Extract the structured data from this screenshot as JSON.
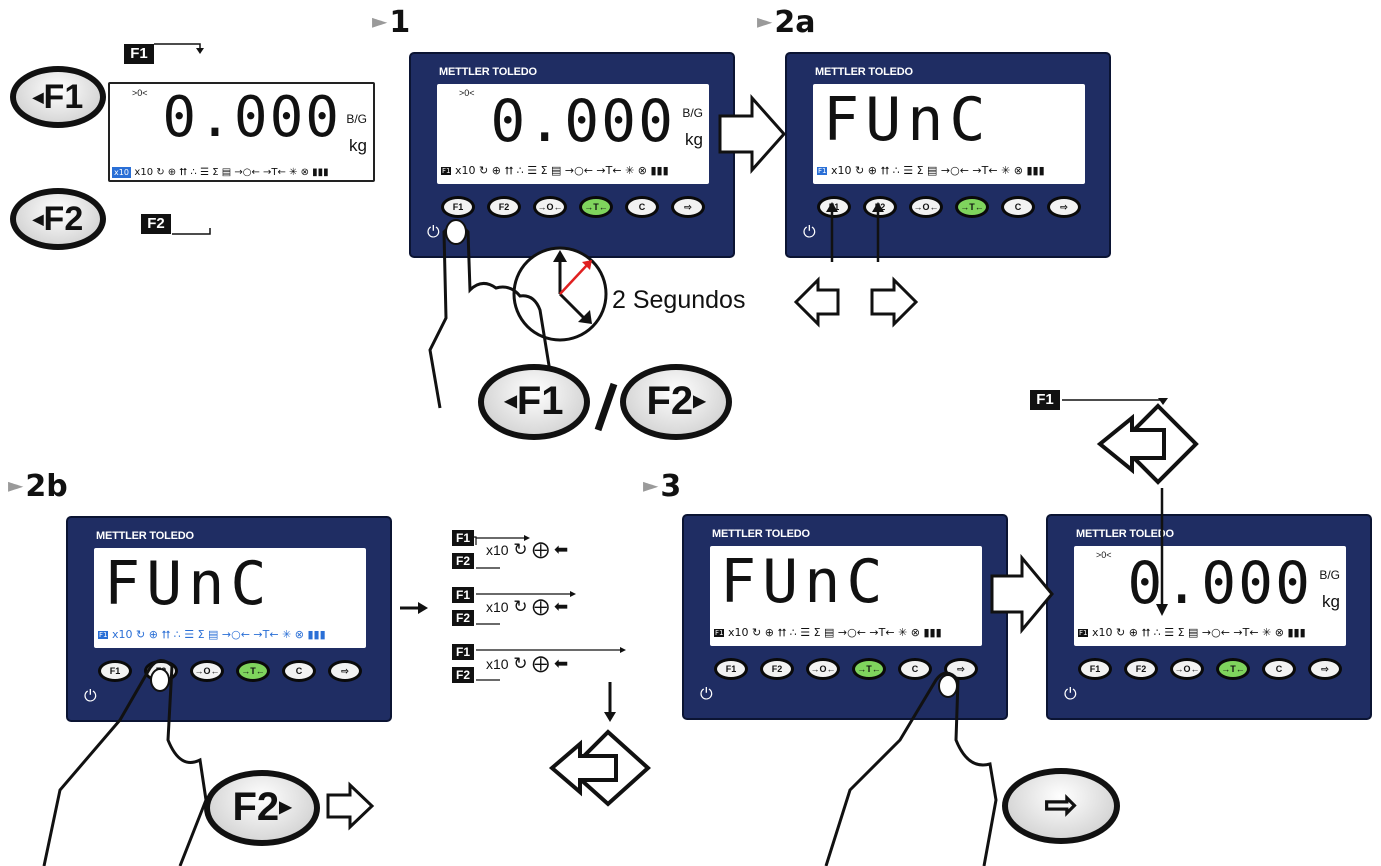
{
  "steps": {
    "s1": "1",
    "s2a": "2a",
    "s2b": "2b",
    "s3": "3"
  },
  "brand": "METTLER TOLEDO",
  "display": {
    "weight": "0.000",
    "unit_bg": "B/G",
    "unit_kg": "kg",
    "zero_mark": ">0<",
    "func_text": "FUnC",
    "icon_row": "x10 ↻ ⊕ ⮅ ∴ ☰ Σ ▤ →○← →T← ✳ ⊗ ▮▮▮"
  },
  "keys": {
    "f1": "F1",
    "f2": "F2",
    "zero": "→O←",
    "tare": "→T←",
    "clear": "C",
    "exit": "⇨"
  },
  "labels": {
    "f1": "F1",
    "f2": "F2",
    "slash": "/",
    "two_seconds": "2 Segundos",
    "x10": "x10"
  },
  "sequence_rows": [
    {
      "f1": "F1",
      "f2": "F2",
      "x10": "x10"
    },
    {
      "f1": "F1",
      "f2": "F2",
      "x10": "x10"
    },
    {
      "f1": "F1",
      "f2": "F2",
      "x10": "x10"
    }
  ],
  "colors": {
    "panel": "#1f2d63",
    "green_key": "#7fd45d",
    "highlight": "#2a6fd6",
    "arrow_red": "#e02020"
  }
}
